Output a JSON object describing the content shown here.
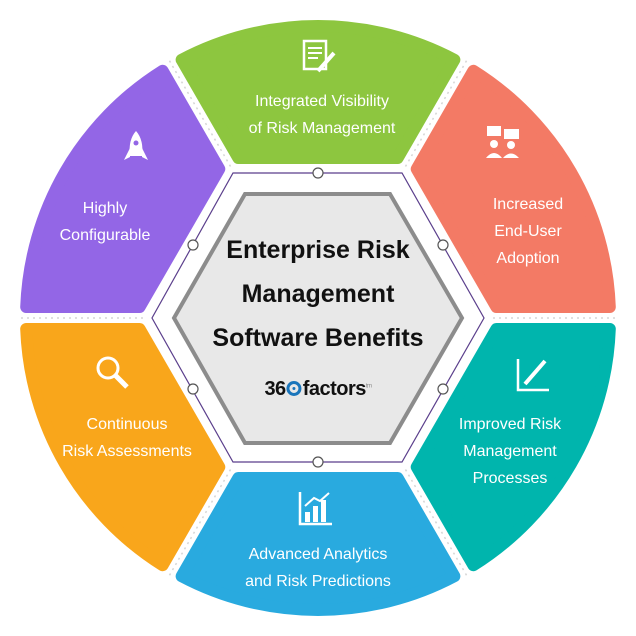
{
  "center": {
    "title_lines": [
      "Enterprise Risk",
      "Management",
      "Software Benefits"
    ],
    "logo_left": "36",
    "logo_right": "factors",
    "logo_tm": "tm"
  },
  "benefits": [
    {
      "lines": [
        "Integrated Visibility",
        "of Risk Management"
      ],
      "icon": "document-pen-icon",
      "color": "#8dc63f"
    },
    {
      "lines": [
        "Increased",
        "End-User",
        "Adoption"
      ],
      "icon": "users-chat-icon",
      "color": "#f37a65"
    },
    {
      "lines": [
        "Improved Risk",
        "Management",
        "Processes"
      ],
      "icon": "chart-pen-icon",
      "color": "#00b5ad"
    },
    {
      "lines": [
        "Advanced Analytics",
        "and Risk Predictions"
      ],
      "icon": "bar-chart-icon",
      "color": "#29aadf"
    },
    {
      "lines": [
        "Continuous",
        "Risk Assessments"
      ],
      "icon": "magnifier-icon",
      "color": "#f9a61b"
    },
    {
      "lines": [
        "Highly",
        "Configurable"
      ],
      "icon": "rocket-icon",
      "color": "#9366e6"
    }
  ]
}
